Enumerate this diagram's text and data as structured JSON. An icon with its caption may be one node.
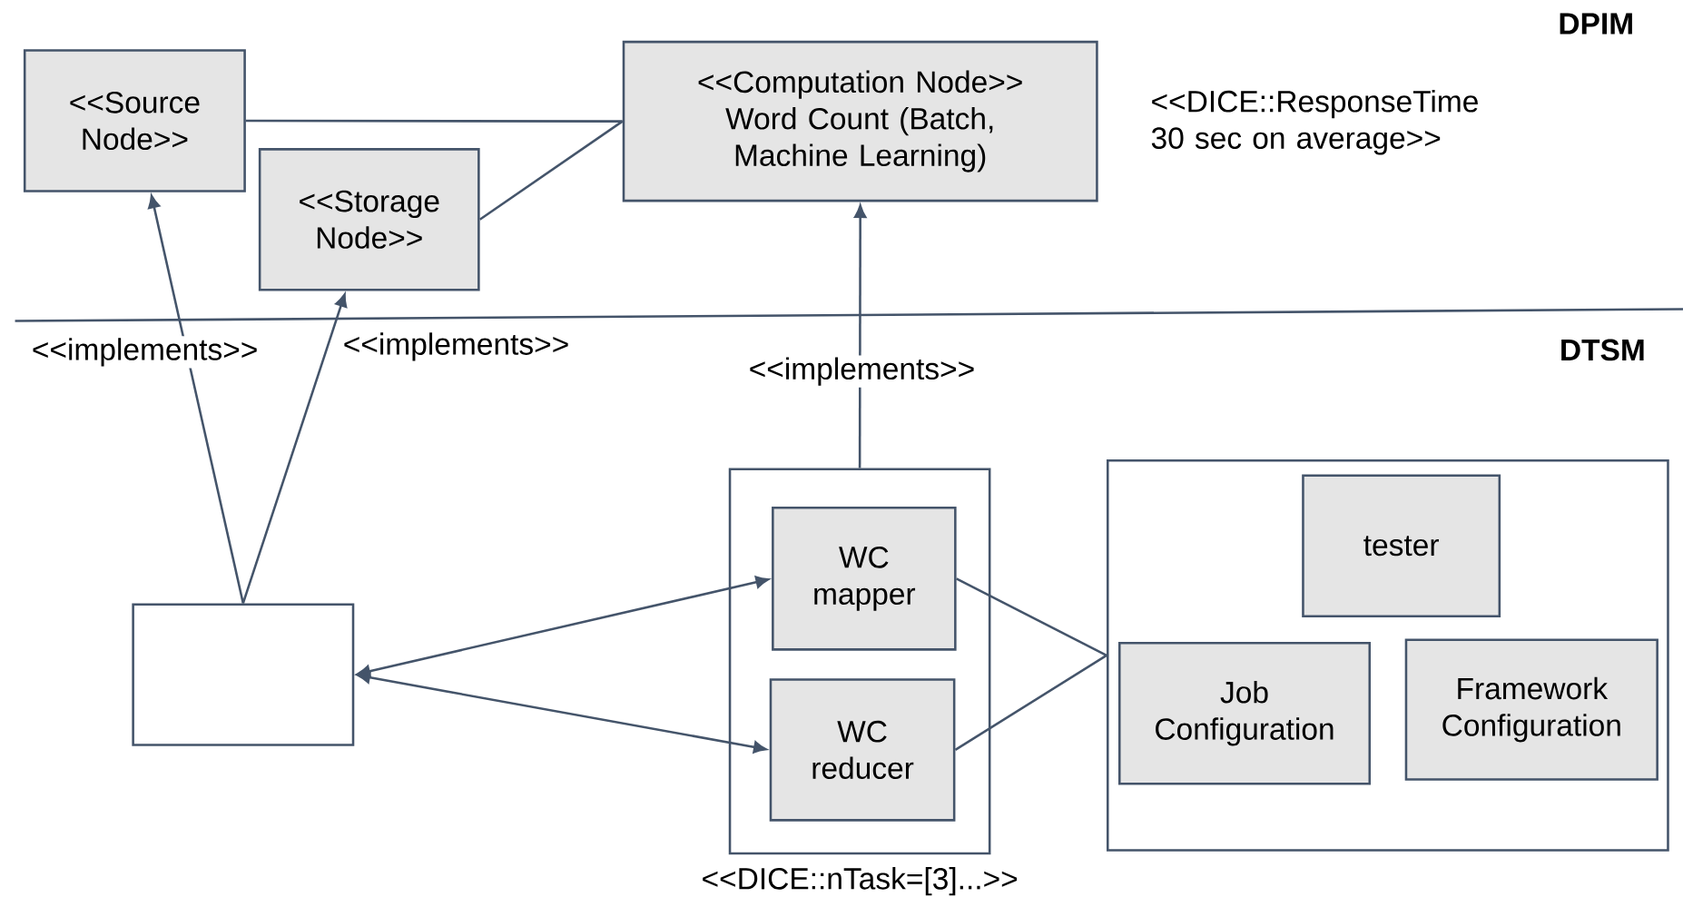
{
  "diagram": {
    "nodes": [
      {
        "text": [
          "<<Source Node>>"
        ]
      },
      {
        "text": [
          "<<Storage Node>>"
        ]
      },
      {
        "text": [
          "<<Computation Node>> Word Count (Batch, Machine Learning)"
        ]
      },
      {
        "text": [],
        "shape": "box"
      },
      {
        "text": [],
        "shape": "box",
        "beside": [
          "<<DICE::nTask=[3]...>>"
        ]
      },
      {
        "text": [
          "WC mapper"
        ],
        "in": 4
      },
      {
        "text": [
          "WC reducer"
        ],
        "in": 4
      },
      {
        "text": [],
        "shape": "box"
      },
      {
        "text": [
          "tester"
        ],
        "in": 7
      },
      {
        "text": [
          "Job Configuration"
        ],
        "in": 7
      },
      {
        "text": [
          "Framework Configuration"
        ],
        "in": 7
      }
    ],
    "edges": [
      {
        "from": 0,
        "to": 2,
        "arrow": "none"
      },
      {
        "from": 1,
        "to": 2,
        "arrow": "none"
      },
      {
        "from": 3,
        "to": 0,
        "arrow": "to",
        "label": "<<implements>>"
      },
      {
        "from": 3,
        "to": 1,
        "arrow": "to",
        "label": "<<implements>>"
      },
      {
        "from": 4,
        "to": 2,
        "arrow": "to",
        "label": "<<implements>>"
      },
      {
        "from": 3,
        "to": 5,
        "arrow": "both"
      },
      {
        "from": 3,
        "to": 6,
        "arrow": "both"
      },
      {
        "from": 5,
        "to": 7,
        "arrow": "none"
      },
      {
        "from": 6,
        "to": 7,
        "arrow": "none"
      }
    ],
    "labels": [
      "DPIM",
      "<<DICE::ResponseTime 30 sec on average>>",
      "DTSM"
    ]
  }
}
